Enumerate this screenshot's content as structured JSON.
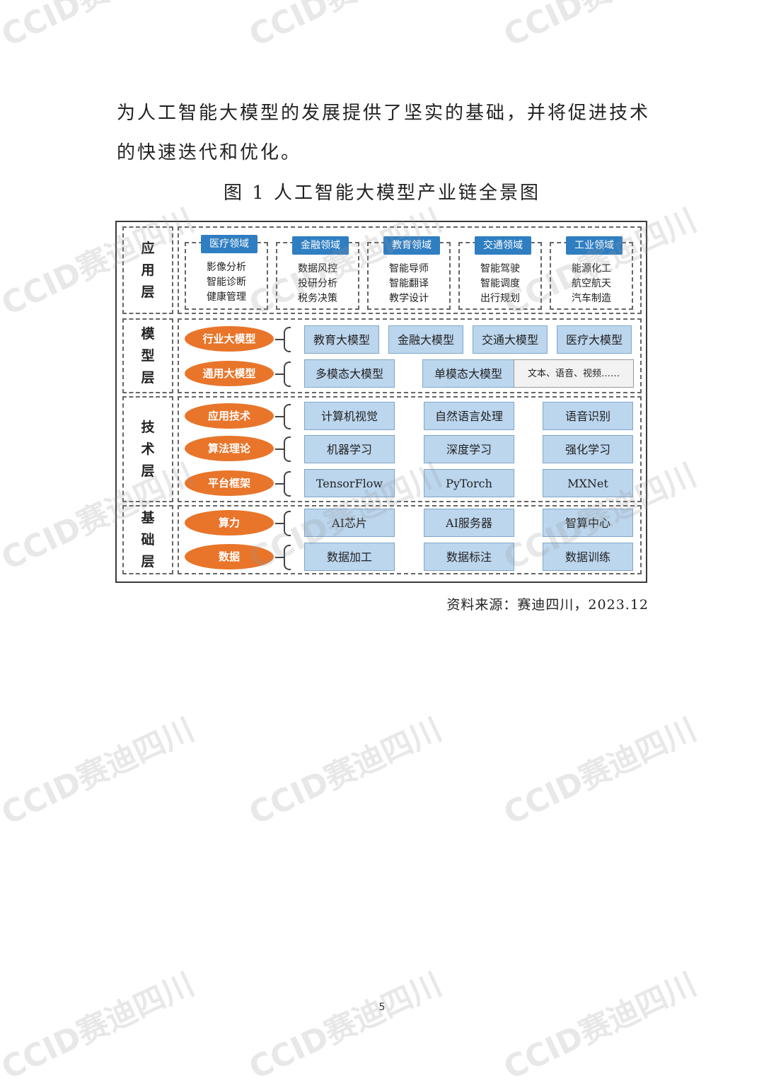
{
  "paragraph": {
    "line1": "为人工智能大模型的发展提供了坚实的基础，并将促进技术",
    "line2": "的快速迭代和优化。"
  },
  "figure": {
    "caption": "图 1  人工智能大模型产业链全景图",
    "layers": {
      "application": "应用层",
      "model": "模型层",
      "technology": "技术层",
      "foundation": "基础层"
    },
    "application_domains": [
      {
        "title": "医疗领域",
        "items": [
          "影像分析",
          "智能诊断",
          "健康管理"
        ]
      },
      {
        "title": "金融领域",
        "items": [
          "数据风控",
          "投研分析",
          "税务决策"
        ]
      },
      {
        "title": "教育领域",
        "items": [
          "智能导师",
          "智能翻译",
          "教学设计"
        ]
      },
      {
        "title": "交通领域",
        "items": [
          "智能驾驶",
          "智能调度",
          "出行规划"
        ]
      },
      {
        "title": "工业领域",
        "items": [
          "能源化工",
          "航空航天",
          "汽车制造"
        ]
      }
    ],
    "model_layer": {
      "industry": {
        "label": "行业大模型",
        "items": [
          "教育大模型",
          "金融大模型",
          "交通大模型",
          "医疗大模型"
        ]
      },
      "general": {
        "label": "通用大模型",
        "multimodal": "多模态大模型",
        "unimodal": "单模态大模型",
        "unimodal_note": "文本、语音、视频……"
      }
    },
    "tech_layer": {
      "application_tech": {
        "label": "应用技术",
        "items": [
          "计算机视觉",
          "自然语言处理",
          "语音识别"
        ]
      },
      "algorithm": {
        "label": "算法理论",
        "items": [
          "机器学习",
          "深度学习",
          "强化学习"
        ]
      },
      "framework": {
        "label": "平台框架",
        "items": [
          "TensorFlow",
          "PyTorch",
          "MXNet"
        ]
      }
    },
    "foundation_layer": {
      "compute": {
        "label": "算力",
        "items": [
          "AI芯片",
          "AI服务器",
          "智算中心"
        ]
      },
      "data": {
        "label": "数据",
        "items": [
          "数据加工",
          "数据标注",
          "数据训练"
        ]
      }
    },
    "colors": {
      "accent_orange": "#e8752a",
      "box_blue": "#bcd6ee",
      "title_blue": "#2f7ec2"
    }
  },
  "source": "资料来源：赛迪四川，2023.12",
  "page_number": "5",
  "watermark": "CCID赛迪四川"
}
